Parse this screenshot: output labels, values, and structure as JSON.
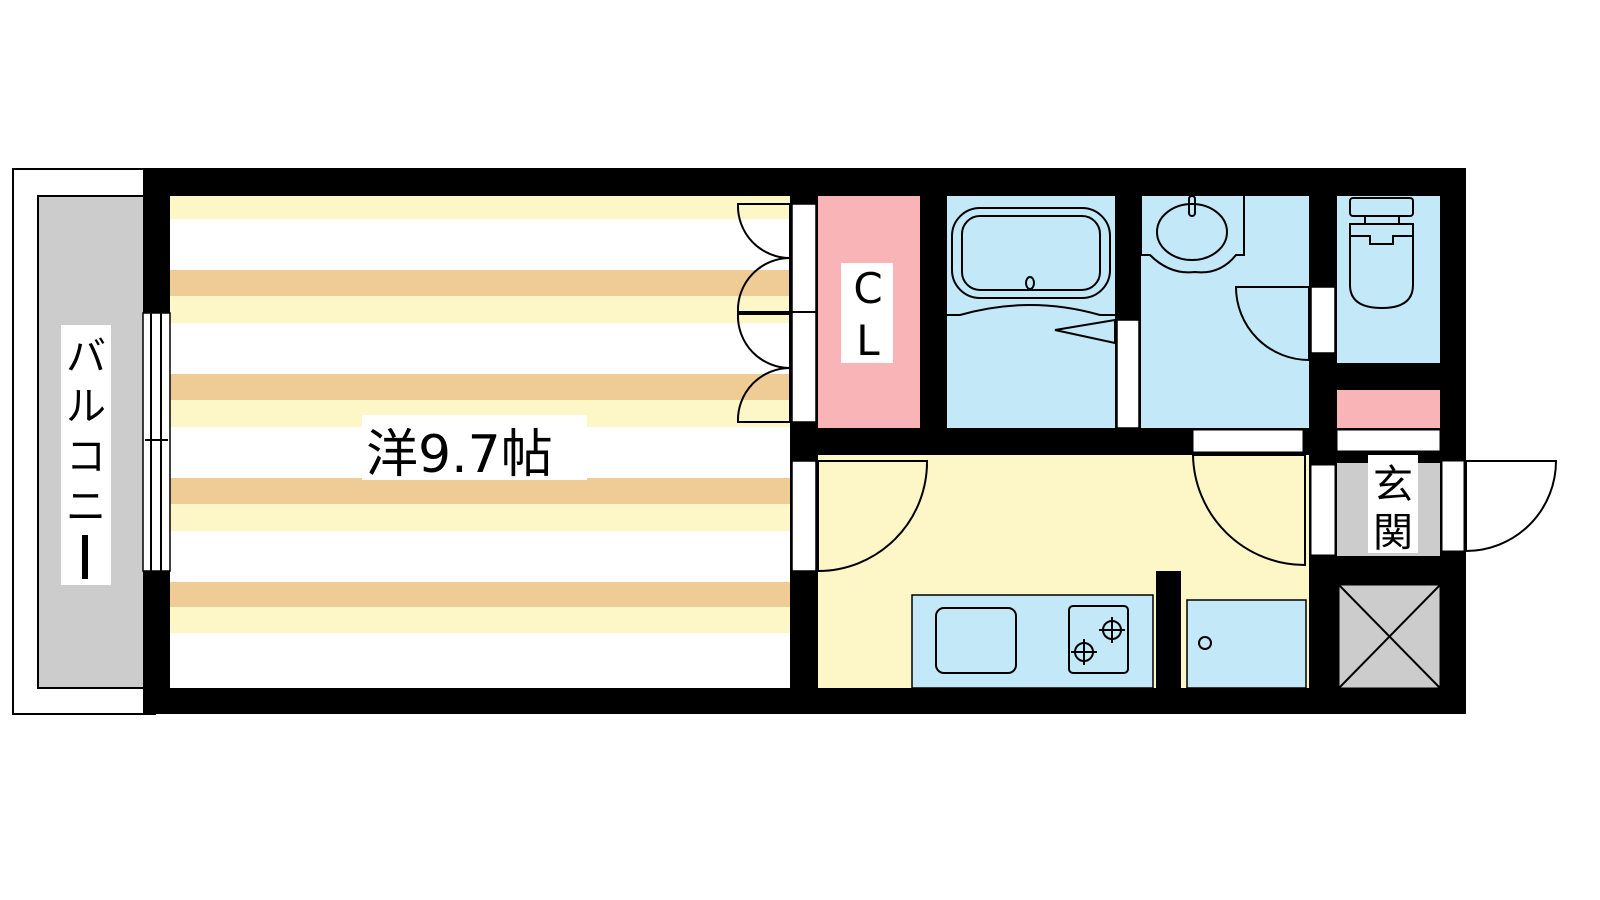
{
  "rooms": {
    "western_room": "洋9.7帖",
    "closet": [
      "C",
      "L"
    ],
    "entrance": [
      "玄",
      "関"
    ],
    "balcony": [
      "バ",
      "ル",
      "コ",
      "ニ",
      "ー"
    ]
  },
  "colors": {
    "wall": "#000000",
    "stripe_yellow": "#fdf7c8",
    "stripe_orange": "#efcc95",
    "closet_pink": "#f8b4b6",
    "wet_blue": "#c3e8f8",
    "kitchen_yellow": "#fdf7c8",
    "balcony_gray": "#cccccc"
  }
}
